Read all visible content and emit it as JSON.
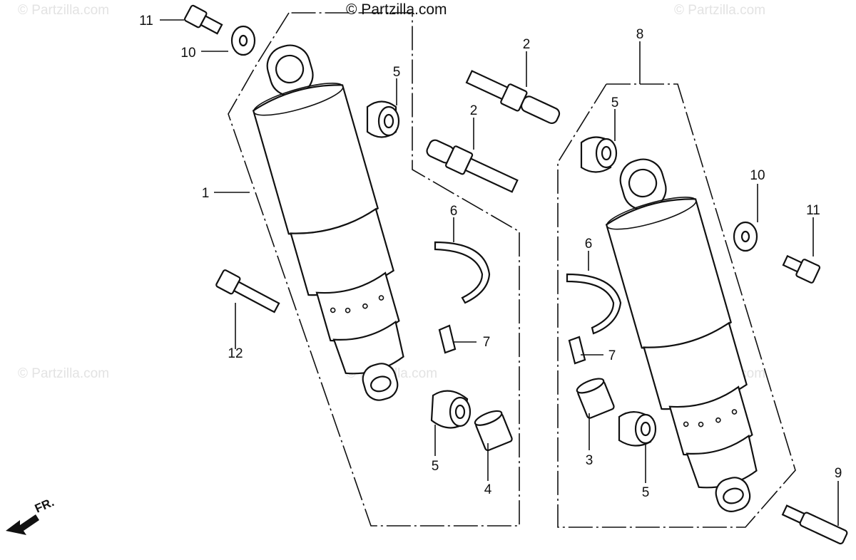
{
  "watermarks": {
    "main": "© Partzilla.com",
    "faint": "© Partzilla.com"
  },
  "front_indicator": "FR.",
  "callouts": {
    "c1": "1",
    "c2a": "2",
    "c2b": "2",
    "c3": "3",
    "c4": "4",
    "c5a": "5",
    "c5b": "5",
    "c5c": "5",
    "c5d": "5",
    "c6a": "6",
    "c6b": "6",
    "c7a": "7",
    "c7b": "7",
    "c8": "8",
    "c9": "9",
    "c10a": "10",
    "c10b": "10",
    "c11a": "11",
    "c11b": "11",
    "c12": "12"
  }
}
